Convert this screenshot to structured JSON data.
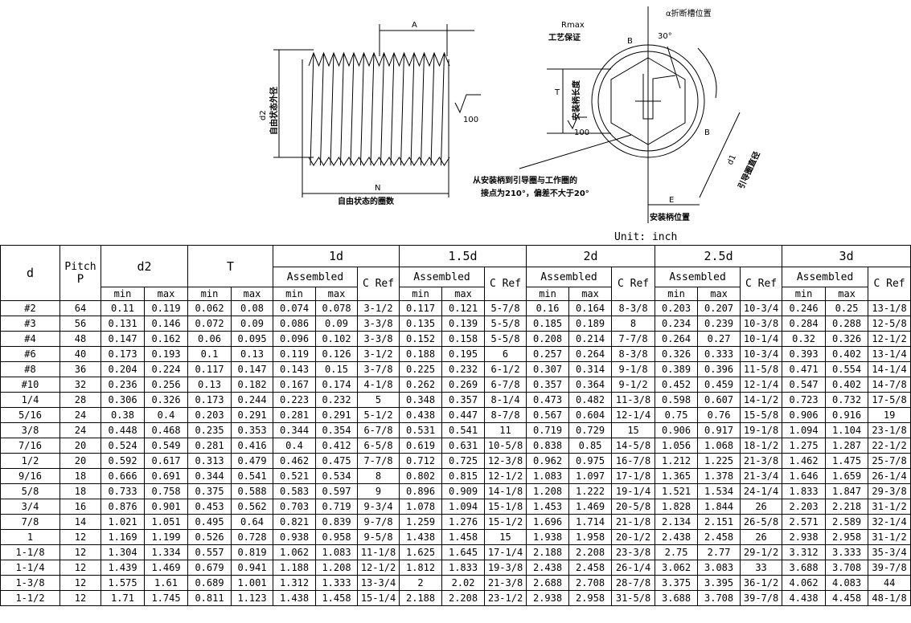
{
  "drawing": {
    "left_labels": {
      "A": "A",
      "d2": "d2",
      "free_outer_dia": "自由状态外径",
      "N": "N",
      "free_coils": "自由状态的圈数",
      "roughness": "100"
    },
    "right_labels": {
      "alpha_notch": "α折断槽位置",
      "rmax": "Rmax",
      "process_guarantee": "工艺保证",
      "B1": "B",
      "B2": "B",
      "angle": "30°",
      "T": "T",
      "tang_length": "安装柄长度",
      "roughness": "100",
      "d1": "d1",
      "lead_coil_dia": "引导圈直径",
      "note_line1": "从安装柄到引导圈与工作圈的",
      "note_line2": "接点为210°，偏差不大于20°",
      "E": "E",
      "tang_position": "安装柄位置"
    }
  },
  "unit_label": "Unit: inch",
  "table": {
    "headers": {
      "d": "d",
      "pitch": "Pitch",
      "pitch_sym": "P",
      "d2": "d2",
      "T": "T",
      "groups": [
        "1d",
        "1.5d",
        "2d",
        "2.5d",
        "3d"
      ],
      "assembled": "Assembled",
      "c_ref": "C Ref",
      "min": "min",
      "max": "max"
    },
    "rows": [
      [
        "#2",
        "64",
        "0.11",
        "0.119",
        "0.062",
        "0.08",
        "0.074",
        "0.078",
        "3-1/2",
        "0.117",
        "0.121",
        "5-7/8",
        "0.16",
        "0.164",
        "8-3/8",
        "0.203",
        "0.207",
        "10-3/4",
        "0.246",
        "0.25",
        "13-1/8"
      ],
      [
        "#3",
        "56",
        "0.131",
        "0.146",
        "0.072",
        "0.09",
        "0.086",
        "0.09",
        "3-3/8",
        "0.135",
        "0.139",
        "5-5/8",
        "0.185",
        "0.189",
        "8",
        "0.234",
        "0.239",
        "10-3/8",
        "0.284",
        "0.288",
        "12-5/8"
      ],
      [
        "#4",
        "48",
        "0.147",
        "0.162",
        "0.06",
        "0.095",
        "0.096",
        "0.102",
        "3-3/8",
        "0.152",
        "0.158",
        "5-5/8",
        "0.208",
        "0.214",
        "7-7/8",
        "0.264",
        "0.27",
        "10-1/4",
        "0.32",
        "0.326",
        "12-1/2"
      ],
      [
        "#6",
        "40",
        "0.173",
        "0.193",
        "0.1",
        "0.13",
        "0.119",
        "0.126",
        "3-1/2",
        "0.188",
        "0.195",
        "6",
        "0.257",
        "0.264",
        "8-3/8",
        "0.326",
        "0.333",
        "10-3/4",
        "0.393",
        "0.402",
        "13-1/4"
      ],
      [
        "#8",
        "36",
        "0.204",
        "0.224",
        "0.117",
        "0.147",
        "0.143",
        "0.15",
        "3-7/8",
        "0.225",
        "0.232",
        "6-1/2",
        "0.307",
        "0.314",
        "9-1/8",
        "0.389",
        "0.396",
        "11-5/8",
        "0.471",
        "0.554",
        "14-1/4"
      ],
      [
        "#10",
        "32",
        "0.236",
        "0.256",
        "0.13",
        "0.182",
        "0.167",
        "0.174",
        "4-1/8",
        "0.262",
        "0.269",
        "6-7/8",
        "0.357",
        "0.364",
        "9-1/2",
        "0.452",
        "0.459",
        "12-1/4",
        "0.547",
        "0.402",
        "14-7/8"
      ],
      [
        "1/4",
        "28",
        "0.306",
        "0.326",
        "0.173",
        "0.244",
        "0.223",
        "0.232",
        "5",
        "0.348",
        "0.357",
        "8-1/4",
        "0.473",
        "0.482",
        "11-3/8",
        "0.598",
        "0.607",
        "14-1/2",
        "0.723",
        "0.732",
        "17-5/8"
      ],
      [
        "5/16",
        "24",
        "0.38",
        "0.4",
        "0.203",
        "0.291",
        "0.281",
        "0.291",
        "5-1/2",
        "0.438",
        "0.447",
        "8-7/8",
        "0.567",
        "0.604",
        "12-1/4",
        "0.75",
        "0.76",
        "15-5/8",
        "0.906",
        "0.916",
        "19"
      ],
      [
        "3/8",
        "24",
        "0.448",
        "0.468",
        "0.235",
        "0.353",
        "0.344",
        "0.354",
        "6-7/8",
        "0.531",
        "0.541",
        "11",
        "0.719",
        "0.729",
        "15",
        "0.906",
        "0.917",
        "19-1/8",
        "1.094",
        "1.104",
        "23-1/8"
      ],
      [
        "7/16",
        "20",
        "0.524",
        "0.549",
        "0.281",
        "0.416",
        "0.4",
        "0.412",
        "6-5/8",
        "0.619",
        "0.631",
        "10-5/8",
        "0.838",
        "0.85",
        "14-5/8",
        "1.056",
        "1.068",
        "18-1/2",
        "1.275",
        "1.287",
        "22-1/2"
      ],
      [
        "1/2",
        "20",
        "0.592",
        "0.617",
        "0.313",
        "0.479",
        "0.462",
        "0.475",
        "7-7/8",
        "0.712",
        "0.725",
        "12-3/8",
        "0.962",
        "0.975",
        "16-7/8",
        "1.212",
        "1.225",
        "21-3/8",
        "1.462",
        "1.475",
        "25-7/8"
      ],
      [
        "9/16",
        "18",
        "0.666",
        "0.691",
        "0.344",
        "0.541",
        "0.521",
        "0.534",
        "8",
        "0.802",
        "0.815",
        "12-1/2",
        "1.083",
        "1.097",
        "17-1/8",
        "1.365",
        "1.378",
        "21-3/4",
        "1.646",
        "1.659",
        "26-1/4"
      ],
      [
        "5/8",
        "18",
        "0.733",
        "0.758",
        "0.375",
        "0.588",
        "0.583",
        "0.597",
        "9",
        "0.896",
        "0.909",
        "14-1/8",
        "1.208",
        "1.222",
        "19-1/4",
        "1.521",
        "1.534",
        "24-1/4",
        "1.833",
        "1.847",
        "29-3/8"
      ],
      [
        "3/4",
        "16",
        "0.876",
        "0.901",
        "0.453",
        "0.562",
        "0.703",
        "0.719",
        "9-3/4",
        "1.078",
        "1.094",
        "15-1/8",
        "1.453",
        "1.469",
        "20-5/8",
        "1.828",
        "1.844",
        "26",
        "2.203",
        "2.218",
        "31-1/2"
      ],
      [
        "7/8",
        "14",
        "1.021",
        "1.051",
        "0.495",
        "0.64",
        "0.821",
        "0.839",
        "9-7/8",
        "1.259",
        "1.276",
        "15-1/2",
        "1.696",
        "1.714",
        "21-1/8",
        "2.134",
        "2.151",
        "26-5/8",
        "2.571",
        "2.589",
        "32-1/4"
      ],
      [
        "1",
        "12",
        "1.169",
        "1.199",
        "0.526",
        "0.728",
        "0.938",
        "0.958",
        "9-5/8",
        "1.438",
        "1.458",
        "15",
        "1.938",
        "1.958",
        "20-1/2",
        "2.438",
        "2.458",
        "26",
        "2.938",
        "2.958",
        "31-1/2"
      ],
      [
        "1-1/8",
        "12",
        "1.304",
        "1.334",
        "0.557",
        "0.819",
        "1.062",
        "1.083",
        "11-1/8",
        "1.625",
        "1.645",
        "17-1/4",
        "2.188",
        "2.208",
        "23-3/8",
        "2.75",
        "2.77",
        "29-1/2",
        "3.312",
        "3.333",
        "35-3/4"
      ],
      [
        "1-1/4",
        "12",
        "1.439",
        "1.469",
        "0.679",
        "0.941",
        "1.188",
        "1.208",
        "12-1/2",
        "1.812",
        "1.833",
        "19-3/8",
        "2.438",
        "2.458",
        "26-1/4",
        "3.062",
        "3.083",
        "33",
        "3.688",
        "3.708",
        "39-7/8"
      ],
      [
        "1-3/8",
        "12",
        "1.575",
        "1.61",
        "0.689",
        "1.001",
        "1.312",
        "1.333",
        "13-3/4",
        "2",
        "2.02",
        "21-3/8",
        "2.688",
        "2.708",
        "28-7/8",
        "3.375",
        "3.395",
        "36-1/2",
        "4.062",
        "4.083",
        "44"
      ],
      [
        "1-1/2",
        "12",
        "1.71",
        "1.745",
        "0.811",
        "1.123",
        "1.438",
        "1.458",
        "15-1/4",
        "2.188",
        "2.208",
        "23-1/2",
        "2.938",
        "2.958",
        "31-5/8",
        "3.688",
        "3.708",
        "39-7/8",
        "4.438",
        "4.458",
        "48-1/8"
      ]
    ]
  }
}
